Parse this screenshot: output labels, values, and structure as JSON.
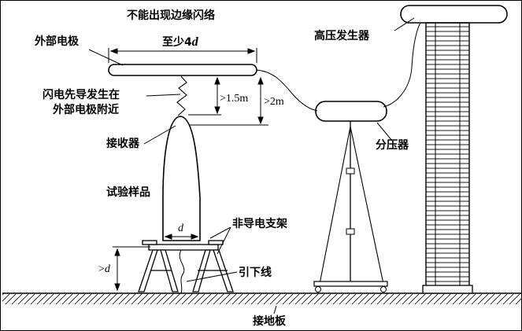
{
  "labels": {
    "title": "不能出现边缘闪络",
    "external_electrode": "外部电极",
    "min_span_prefix": "至少4",
    "min_span_var": "d",
    "leader_line1": "闪电先导发生在",
    "leader_line2": "外部电极附近",
    "gap_small": ">1.5m",
    "gap_large": ">2m",
    "receptor": "接收器",
    "test_sample": "试验样品",
    "diameter_var": "d",
    "non_conductive_support": "非导电支架",
    "height_prefix": ">",
    "height_var": "d",
    "down_conductor": "引下线",
    "ground_plate": "接地板",
    "hv_generator": "高压发生器",
    "voltage_divider": "分压器"
  }
}
